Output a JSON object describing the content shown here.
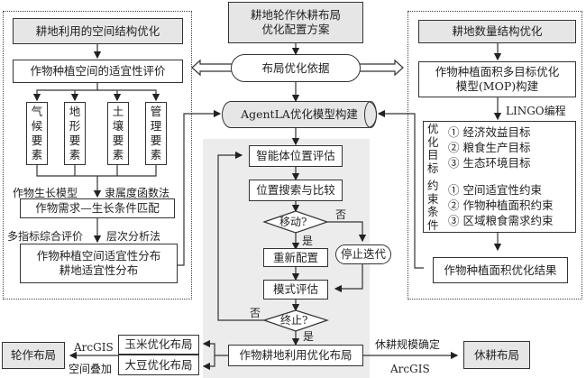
{
  "top": {
    "title_line1": "耕地轮作休耕布局",
    "title_line2": "优化配置方案",
    "basis": "布局优化依据",
    "model": "AgentLA优化模型构建"
  },
  "left_panel": {
    "title": "耕地利用的空间结构优化",
    "eval": "作物种植空间的适宜性评价",
    "factors": [
      {
        "chars": [
          "气",
          "候",
          "要",
          "素"
        ]
      },
      {
        "chars": [
          "地",
          "形",
          "要",
          "素"
        ]
      },
      {
        "chars": [
          "土",
          "壤",
          "要",
          "素"
        ]
      },
      {
        "chars": [
          "管",
          "理",
          "要",
          "素"
        ]
      }
    ],
    "label_growth_model": "作物生长模型",
    "label_membership": "隶属度函数法",
    "match": "作物需求—生长条件匹配",
    "label_multi_index": "多指标综合评价",
    "label_ahp": "层次分析法",
    "result_line1": "作物种植空间适宜性分布",
    "result_line2": "耕地适宜性分布"
  },
  "right_panel": {
    "title": "耕地数量结构优化",
    "mop_line1": "作物种植面积多目标优化",
    "mop_line2": "模型(MOP)构建",
    "lingo_label": "LINGO编程",
    "objectives_label": [
      "优",
      "化",
      "目",
      "标"
    ],
    "objectives": [
      "① 经济效益目标",
      "② 粮食生产目标",
      "③ 生态环境目标"
    ],
    "constraints_label": [
      "约",
      "束",
      "条",
      "件"
    ],
    "constraints": [
      "① 空间适宜性约束",
      "② 作物种植面积约束",
      "③ 区域粮食需求约束"
    ],
    "result": "作物种植面积优化结果"
  },
  "flow": {
    "agent_eval": "智能体位置评估",
    "search": "位置搜索与比较",
    "move_decision": "移动?",
    "no_label_1": "否",
    "yes_label_1": "是",
    "reconfig": "重新配置",
    "stop": "停止迭代",
    "pattern_eval": "模式评估",
    "end_decision": "终止?",
    "no_label_2": "否",
    "yes_label_2": "是",
    "land_use_layout": "作物耕地利用优化布局"
  },
  "bottom": {
    "corn": "玉米优化布局",
    "soy": "大豆优化布局",
    "arcgis_left": "ArcGIS",
    "overlay": "空间叠加",
    "rotation": "轮作布局",
    "fallow_scale": "休耕规模确定",
    "arcgis_right": "ArcGIS",
    "fallow": "休耕布局"
  }
}
